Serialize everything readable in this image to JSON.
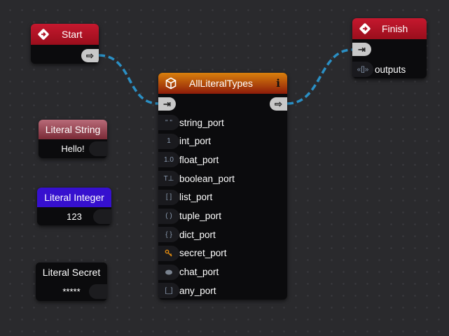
{
  "start": {
    "title": "Start"
  },
  "finish": {
    "title": "Finish",
    "port_label": "outputs",
    "port_icon": "«[]»"
  },
  "main": {
    "title": "AllLiteralTypes",
    "info": "i",
    "ports": [
      {
        "icon": "\" \"",
        "label": "string_port"
      },
      {
        "icon": "1",
        "label": "int_port"
      },
      {
        "icon": "1.0",
        "label": "float_port"
      },
      {
        "icon": "T⊥",
        "label": "boolean_port"
      },
      {
        "icon": "[ ]",
        "label": "list_port"
      },
      {
        "icon": "( )",
        "label": "tuple_port"
      },
      {
        "icon": "{ }",
        "label": "dict_port"
      },
      {
        "icon": "key",
        "label": "secret_port"
      },
      {
        "icon": "chat",
        "label": "chat_port"
      },
      {
        "icon": "[_]",
        "label": "any_port"
      }
    ]
  },
  "literals": [
    {
      "title": "Literal String",
      "value": "Hello!"
    },
    {
      "title": "Literal Integer",
      "value": "123"
    },
    {
      "title": "Literal Secret",
      "value": "*****"
    }
  ],
  "colors": {
    "wire": "#2a8fc4",
    "start": "#b8132a",
    "main": "#d0700a",
    "string": "#a85262",
    "integer": "#3610cf"
  }
}
